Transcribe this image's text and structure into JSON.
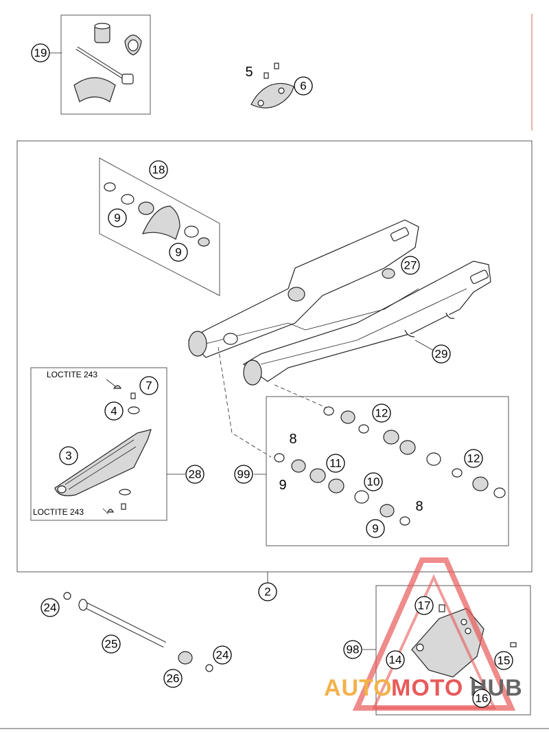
{
  "callouts": {
    "c19": "19",
    "c5": "5",
    "c6": "6",
    "c18": "18",
    "c9a": "9",
    "c9b": "9",
    "c27": "27",
    "c29": "29",
    "c7": "7",
    "c4": "4",
    "c3": "3",
    "c28": "28",
    "c8a": "8",
    "c12a": "12",
    "c11": "11",
    "c12b": "12",
    "c99": "99",
    "c9c": "9",
    "c10": "10",
    "c8b": "8",
    "c9d": "9",
    "c2": "2",
    "c24a": "24",
    "c25": "25",
    "c26": "26",
    "c24b": "24",
    "c17": "17",
    "c98": "98",
    "c14": "14",
    "c15": "15",
    "c16": "16"
  },
  "plain_labels": {
    "p5": "5",
    "p8a": "8",
    "p9": "9",
    "p8b": "8"
  },
  "notes": {
    "loctite_top": "LOCTITE 243",
    "loctite_bottom": "LOCTITE 243"
  },
  "watermark": {
    "part1": "AUTO",
    "part2": "MOTO",
    "part3": "HUB",
    "color1": "#f3b24a",
    "color2": "#e85a5a",
    "color3": "#666666"
  }
}
